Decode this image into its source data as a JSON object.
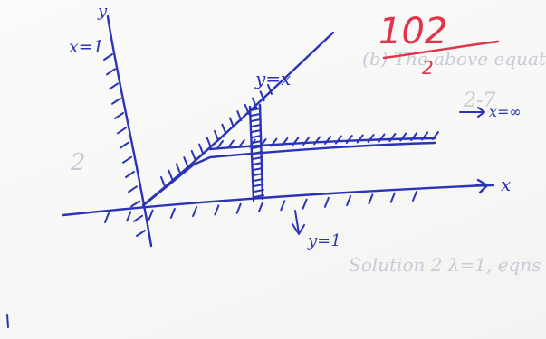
{
  "ink_color": "#2b33b8",
  "grade_color": "#e2334a",
  "grade": {
    "score": "102",
    "denominator": "2"
  },
  "labels": {
    "y_axis": "y",
    "x_axis": "x",
    "line_x1": "x=1",
    "line_y_eq_x": "y=x",
    "y_eq_1": "y=1",
    "x_inf": "x=∞"
  },
  "bleed_through": {
    "line1": "(b) The above equations",
    "line2": "2-7",
    "line3": "2",
    "line4": "Solution 2 λ=1, eqns"
  }
}
